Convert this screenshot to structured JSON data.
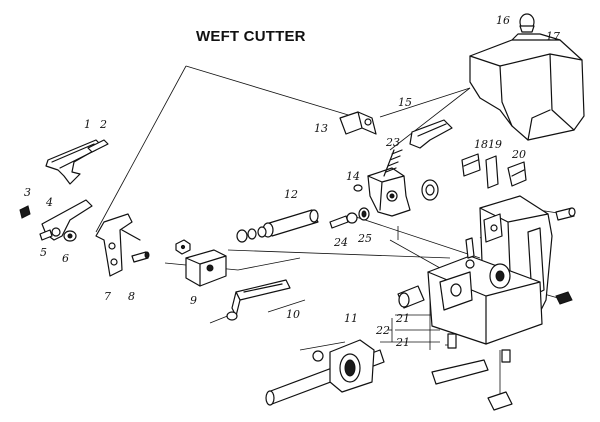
{
  "diagram": {
    "title": "WEFT CUTTER",
    "callouts": {
      "c1": "1",
      "c2": "2",
      "c3": "3",
      "c4": "4",
      "c5": "5",
      "c6": "6",
      "c7": "7",
      "c8": "8",
      "c9": "9",
      "c10": "10",
      "c11": "11",
      "c12": "12",
      "c13": "13",
      "c14": "14",
      "c15": "15",
      "c16": "16",
      "c17": "17",
      "c18": "18",
      "c19": "19",
      "c20": "20",
      "c21a": "21",
      "c21b": "21",
      "c22": "22",
      "c23": "23",
      "c24": "24",
      "c25": "25"
    }
  }
}
